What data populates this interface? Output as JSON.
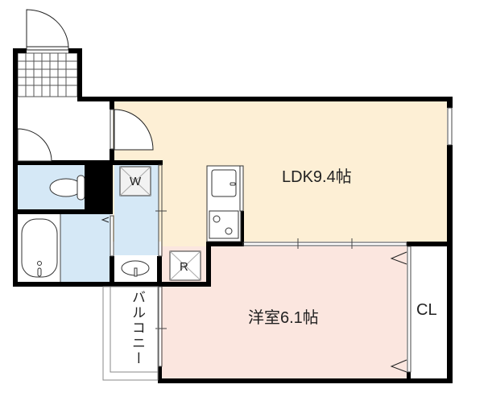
{
  "rooms": {
    "ldk": "LDK9.4帖",
    "western_room": "洋室6.1帖",
    "closet": "CL",
    "balcony": "バルコニー",
    "washer_space": "W",
    "refrigerator_space": "R"
  },
  "colors": {
    "ldk_fill": "#fdefd5",
    "western_room_fill": "#fbe6df",
    "water_area_fill": "#d5e8f6",
    "wall": "#000000"
  }
}
